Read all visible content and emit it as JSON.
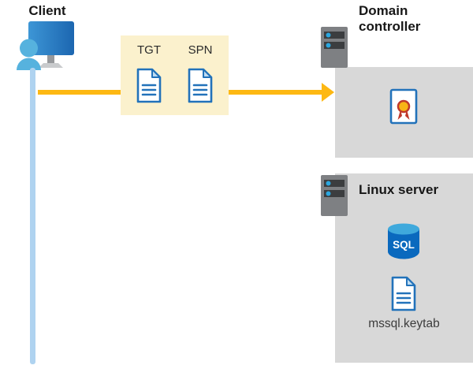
{
  "client": {
    "label": "Client"
  },
  "token_box": {
    "tgt_label": "TGT",
    "spn_label": "SPN"
  },
  "domain_controller": {
    "label": "Domain controller"
  },
  "linux_server": {
    "label": "Linux server",
    "sql_icon_text": "SQL",
    "keytab_filename": "mssql.keytab"
  },
  "icons": {
    "client": "client-monitor-user-icon",
    "domain_controller": "server-icon",
    "linux_server": "server-icon",
    "tgt": "document-icon",
    "spn": "document-icon",
    "certificate": "certificate-icon",
    "sql": "sql-database-icon",
    "keytab": "document-icon"
  },
  "colors": {
    "arrow": "#FDB813",
    "token_box_bg": "#FBF1CD",
    "server_box_bg": "#D8D8D8",
    "client_lifeline": "#AFD3F0",
    "document_blue": "#2272BA",
    "sql_blue": "#0A69BE"
  }
}
